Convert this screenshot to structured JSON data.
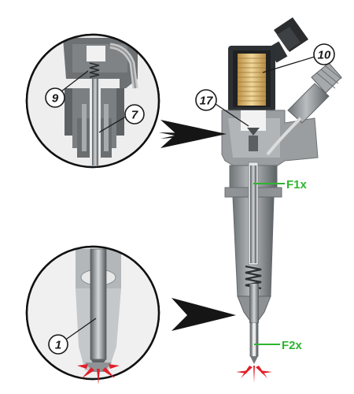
{
  "callouts": [
    {
      "id": "9",
      "label": "9"
    },
    {
      "id": "7",
      "label": "7"
    },
    {
      "id": "10",
      "label": "10"
    },
    {
      "id": "17",
      "label": "17"
    },
    {
      "id": "1",
      "label": "1"
    }
  ],
  "forces": {
    "upper": "F1x",
    "lower": "F2x"
  },
  "colors": {
    "force_green": "#2fb52f",
    "spray_red": "#e0202a",
    "coil_gold": "#d9b46a",
    "body_gray": "#8e9294",
    "dark_gray": "#3c3f42"
  }
}
